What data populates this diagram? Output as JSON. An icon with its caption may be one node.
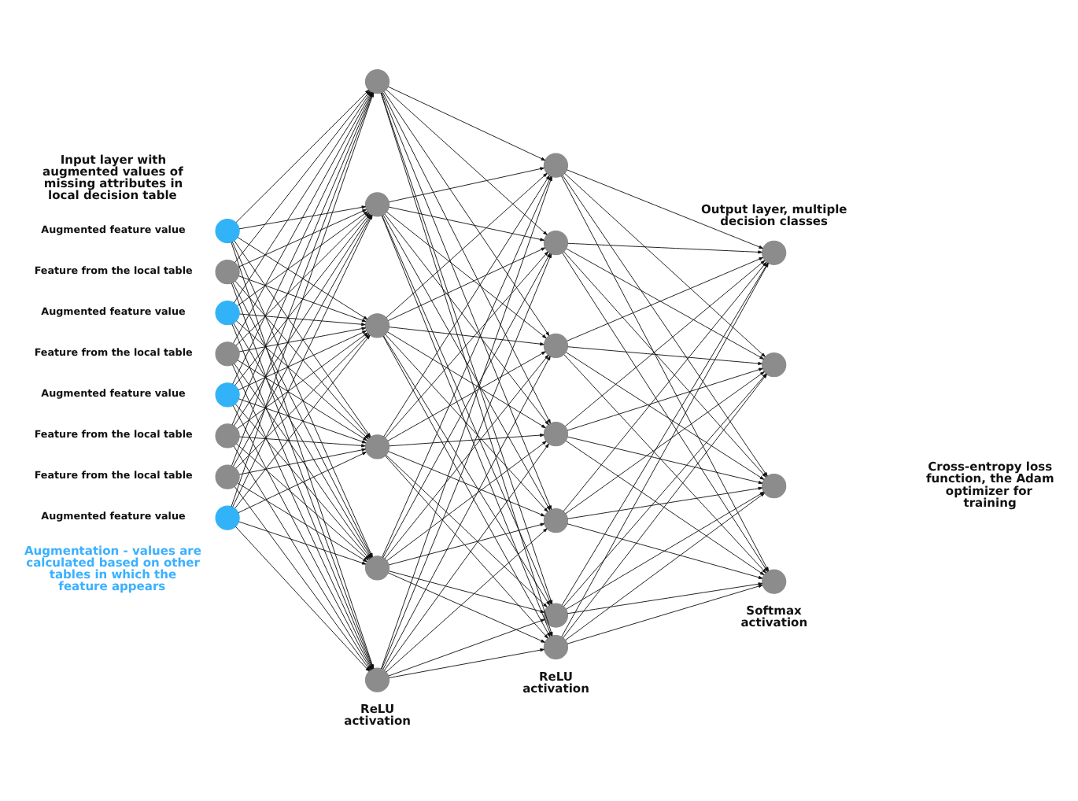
{
  "diagram": {
    "nodes": [
      {
        "text": [],
        "shape": "circle",
        "beside": [
          "Augmented feature value"
        ]
      },
      {
        "text": [],
        "shape": "circle",
        "beside": [
          "Feature from the local table"
        ]
      },
      {
        "text": [],
        "shape": "circle",
        "beside": [
          "Augmented feature value"
        ]
      },
      {
        "text": [],
        "shape": "circle",
        "beside": [
          "Feature from the local table"
        ]
      },
      {
        "text": [],
        "shape": "circle",
        "beside": [
          "Augmented feature value"
        ]
      },
      {
        "text": [],
        "shape": "circle",
        "beside": [
          "Feature from the local table"
        ]
      },
      {
        "text": [],
        "shape": "circle",
        "beside": [
          "Feature from the local table"
        ]
      },
      {
        "text": [],
        "shape": "circle",
        "beside": [
          "Augmented feature value"
        ]
      },
      {
        "text": [],
        "shape": "circle"
      },
      {
        "text": [],
        "shape": "circle"
      },
      {
        "text": [],
        "shape": "circle"
      },
      {
        "text": [],
        "shape": "circle"
      },
      {
        "text": [],
        "shape": "circle"
      },
      {
        "text": [],
        "shape": "circle"
      },
      {
        "text": [],
        "shape": "circle"
      },
      {
        "text": [],
        "shape": "circle"
      },
      {
        "text": [],
        "shape": "circle"
      },
      {
        "text": [],
        "shape": "circle"
      },
      {
        "text": [],
        "shape": "circle"
      },
      {
        "text": [],
        "shape": "circle"
      },
      {
        "text": [],
        "shape": "circle"
      },
      {
        "text": [],
        "shape": "circle"
      },
      {
        "text": [],
        "shape": "circle"
      },
      {
        "text": [],
        "shape": "circle"
      },
      {
        "text": [],
        "shape": "circle"
      }
    ],
    "edges": [
      {
        "from": 0,
        "to": 8,
        "arrow": "to"
      },
      {
        "from": 0,
        "to": 9,
        "arrow": "to"
      },
      {
        "from": 0,
        "to": 10,
        "arrow": "to"
      },
      {
        "from": 0,
        "to": 11,
        "arrow": "to"
      },
      {
        "from": 0,
        "to": 12,
        "arrow": "to"
      },
      {
        "from": 0,
        "to": 13,
        "arrow": "to"
      },
      {
        "from": 1,
        "to": 8,
        "arrow": "to"
      },
      {
        "from": 1,
        "to": 9,
        "arrow": "to"
      },
      {
        "from": 1,
        "to": 10,
        "arrow": "to"
      },
      {
        "from": 1,
        "to": 11,
        "arrow": "to"
      },
      {
        "from": 1,
        "to": 12,
        "arrow": "to"
      },
      {
        "from": 1,
        "to": 13,
        "arrow": "to"
      },
      {
        "from": 2,
        "to": 8,
        "arrow": "to"
      },
      {
        "from": 2,
        "to": 9,
        "arrow": "to"
      },
      {
        "from": 2,
        "to": 10,
        "arrow": "to"
      },
      {
        "from": 2,
        "to": 11,
        "arrow": "to"
      },
      {
        "from": 2,
        "to": 12,
        "arrow": "to"
      },
      {
        "from": 2,
        "to": 13,
        "arrow": "to"
      },
      {
        "from": 3,
        "to": 8,
        "arrow": "to"
      },
      {
        "from": 3,
        "to": 9,
        "arrow": "to"
      },
      {
        "from": 3,
        "to": 10,
        "arrow": "to"
      },
      {
        "from": 3,
        "to": 11,
        "arrow": "to"
      },
      {
        "from": 3,
        "to": 12,
        "arrow": "to"
      },
      {
        "from": 3,
        "to": 13,
        "arrow": "to"
      },
      {
        "from": 4,
        "to": 8,
        "arrow": "to"
      },
      {
        "from": 4,
        "to": 9,
        "arrow": "to"
      },
      {
        "from": 4,
        "to": 10,
        "arrow": "to"
      },
      {
        "from": 4,
        "to": 11,
        "arrow": "to"
      },
      {
        "from": 4,
        "to": 12,
        "arrow": "to"
      },
      {
        "from": 4,
        "to": 13,
        "arrow": "to"
      },
      {
        "from": 5,
        "to": 8,
        "arrow": "to"
      },
      {
        "from": 5,
        "to": 9,
        "arrow": "to"
      },
      {
        "from": 5,
        "to": 10,
        "arrow": "to"
      },
      {
        "from": 5,
        "to": 11,
        "arrow": "to"
      },
      {
        "from": 5,
        "to": 12,
        "arrow": "to"
      },
      {
        "from": 5,
        "to": 13,
        "arrow": "to"
      },
      {
        "from": 6,
        "to": 8,
        "arrow": "to"
      },
      {
        "from": 6,
        "to": 9,
        "arrow": "to"
      },
      {
        "from": 6,
        "to": 10,
        "arrow": "to"
      },
      {
        "from": 6,
        "to": 11,
        "arrow": "to"
      },
      {
        "from": 6,
        "to": 12,
        "arrow": "to"
      },
      {
        "from": 6,
        "to": 13,
        "arrow": "to"
      },
      {
        "from": 7,
        "to": 8,
        "arrow": "to"
      },
      {
        "from": 7,
        "to": 9,
        "arrow": "to"
      },
      {
        "from": 7,
        "to": 10,
        "arrow": "to"
      },
      {
        "from": 7,
        "to": 11,
        "arrow": "to"
      },
      {
        "from": 7,
        "to": 12,
        "arrow": "to"
      },
      {
        "from": 7,
        "to": 13,
        "arrow": "to"
      },
      {
        "from": 8,
        "to": 14,
        "arrow": "to"
      },
      {
        "from": 8,
        "to": 15,
        "arrow": "to"
      },
      {
        "from": 8,
        "to": 16,
        "arrow": "to"
      },
      {
        "from": 8,
        "to": 17,
        "arrow": "to"
      },
      {
        "from": 8,
        "to": 18,
        "arrow": "to"
      },
      {
        "from": 8,
        "to": 19,
        "arrow": "to"
      },
      {
        "from": 8,
        "to": 20,
        "arrow": "to"
      },
      {
        "from": 9,
        "to": 14,
        "arrow": "to"
      },
      {
        "from": 9,
        "to": 15,
        "arrow": "to"
      },
      {
        "from": 9,
        "to": 16,
        "arrow": "to"
      },
      {
        "from": 9,
        "to": 17,
        "arrow": "to"
      },
      {
        "from": 9,
        "to": 18,
        "arrow": "to"
      },
      {
        "from": 9,
        "to": 19,
        "arrow": "to"
      },
      {
        "from": 9,
        "to": 20,
        "arrow": "to"
      },
      {
        "from": 10,
        "to": 14,
        "arrow": "to"
      },
      {
        "from": 10,
        "to": 15,
        "arrow": "to"
      },
      {
        "from": 10,
        "to": 16,
        "arrow": "to"
      },
      {
        "from": 10,
        "to": 17,
        "arrow": "to"
      },
      {
        "from": 10,
        "to": 18,
        "arrow": "to"
      },
      {
        "from": 10,
        "to": 19,
        "arrow": "to"
      },
      {
        "from": 10,
        "to": 20,
        "arrow": "to"
      },
      {
        "from": 11,
        "to": 14,
        "arrow": "to"
      },
      {
        "from": 11,
        "to": 15,
        "arrow": "to"
      },
      {
        "from": 11,
        "to": 16,
        "arrow": "to"
      },
      {
        "from": 11,
        "to": 17,
        "arrow": "to"
      },
      {
        "from": 11,
        "to": 18,
        "arrow": "to"
      },
      {
        "from": 11,
        "to": 19,
        "arrow": "to"
      },
      {
        "from": 11,
        "to": 20,
        "arrow": "to"
      },
      {
        "from": 12,
        "to": 14,
        "arrow": "to"
      },
      {
        "from": 12,
        "to": 15,
        "arrow": "to"
      },
      {
        "from": 12,
        "to": 16,
        "arrow": "to"
      },
      {
        "from": 12,
        "to": 17,
        "arrow": "to"
      },
      {
        "from": 12,
        "to": 18,
        "arrow": "to"
      },
      {
        "from": 12,
        "to": 19,
        "arrow": "to"
      },
      {
        "from": 12,
        "to": 20,
        "arrow": "to"
      },
      {
        "from": 13,
        "to": 14,
        "arrow": "to"
      },
      {
        "from": 13,
        "to": 15,
        "arrow": "to"
      },
      {
        "from": 13,
        "to": 16,
        "arrow": "to"
      },
      {
        "from": 13,
        "to": 17,
        "arrow": "to"
      },
      {
        "from": 13,
        "to": 18,
        "arrow": "to"
      },
      {
        "from": 13,
        "to": 19,
        "arrow": "to"
      },
      {
        "from": 13,
        "to": 20,
        "arrow": "to"
      },
      {
        "from": 14,
        "to": 21,
        "arrow": "to"
      },
      {
        "from": 14,
        "to": 22,
        "arrow": "to"
      },
      {
        "from": 14,
        "to": 23,
        "arrow": "to"
      },
      {
        "from": 14,
        "to": 24,
        "arrow": "to"
      },
      {
        "from": 15,
        "to": 21,
        "arrow": "to"
      },
      {
        "from": 15,
        "to": 22,
        "arrow": "to"
      },
      {
        "from": 15,
        "to": 23,
        "arrow": "to"
      },
      {
        "from": 15,
        "to": 24,
        "arrow": "to"
      },
      {
        "from": 16,
        "to": 21,
        "arrow": "to"
      },
      {
        "from": 16,
        "to": 22,
        "arrow": "to"
      },
      {
        "from": 16,
        "to": 23,
        "arrow": "to"
      },
      {
        "from": 16,
        "to": 24,
        "arrow": "to"
      },
      {
        "from": 17,
        "to": 21,
        "arrow": "to"
      },
      {
        "from": 17,
        "to": 22,
        "arrow": "to"
      },
      {
        "from": 17,
        "to": 23,
        "arrow": "to"
      },
      {
        "from": 17,
        "to": 24,
        "arrow": "to"
      },
      {
        "from": 18,
        "to": 21,
        "arrow": "to"
      },
      {
        "from": 18,
        "to": 22,
        "arrow": "to"
      },
      {
        "from": 18,
        "to": 23,
        "arrow": "to"
      },
      {
        "from": 18,
        "to": 24,
        "arrow": "to"
      },
      {
        "from": 19,
        "to": 21,
        "arrow": "to"
      },
      {
        "from": 19,
        "to": 22,
        "arrow": "to"
      },
      {
        "from": 19,
        "to": 23,
        "arrow": "to"
      },
      {
        "from": 19,
        "to": 24,
        "arrow": "to"
      },
      {
        "from": 20,
        "to": 21,
        "arrow": "to"
      },
      {
        "from": 20,
        "to": 22,
        "arrow": "to"
      },
      {
        "from": 20,
        "to": 23,
        "arrow": "to"
      },
      {
        "from": 20,
        "to": 24,
        "arrow": "to"
      }
    ],
    "labels": [
      "Input layer with augmented values of missing attributes in local decision table",
      "Output layer, multiple decision classes",
      "Cross-entropy loss function, the Adam optimizer for training",
      "ReLU activation",
      "ReLU activation",
      "Softmax activation",
      "Augmentation - values are calculated based on other tables in which the feature appears"
    ]
  }
}
